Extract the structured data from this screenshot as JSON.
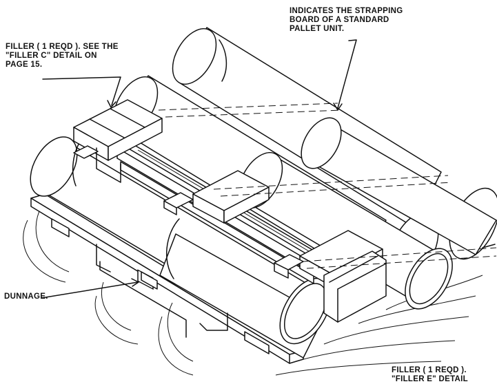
{
  "labels": {
    "strapping": {
      "line1": "INDICATES THE STRAPPING",
      "line2": "BOARD OF A STANDARD",
      "line3": "PALLET UNIT."
    },
    "filler_c": {
      "line1": "FILLER ( 1 REQD ).  SEE THE",
      "line2": "\"FILLER C\" DETAIL ON",
      "line3": "PAGE 15."
    },
    "dunnage": "DUNNAGE.",
    "filler_e": {
      "line1": "FILLER ( 1 REQD ).",
      "line2": "\"FILLER E\" DETAIL"
    }
  },
  "colors": {
    "ink": "#111111",
    "paper": "#ffffff"
  }
}
